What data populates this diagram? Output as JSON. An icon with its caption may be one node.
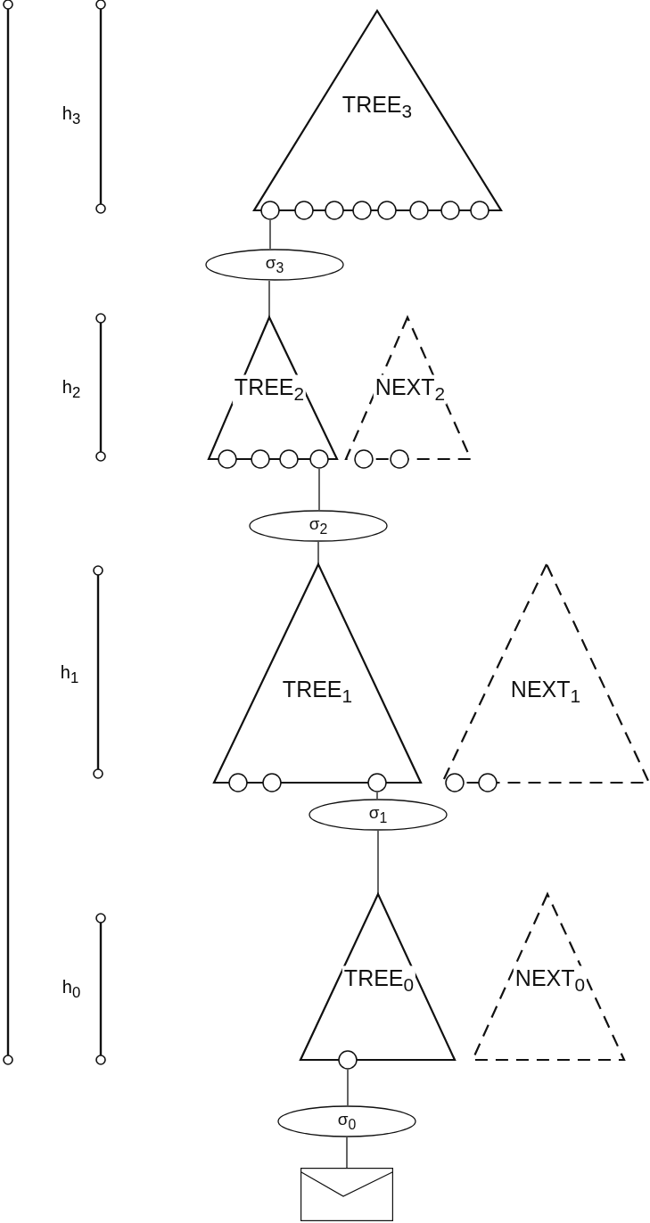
{
  "diagram": {
    "nodes": [
      {
        "text": [
          "TREE$_{3}$"
        ]
      },
      {
        "text": [
          "σ$_{3}$"
        ]
      },
      {
        "text": [
          "TREE$_{2}$"
        ]
      },
      {
        "text": [
          "NEXT$_{2}$"
        ]
      },
      {
        "text": [
          "σ$_{2}$"
        ]
      },
      {
        "text": [
          "TREE$_{1}$"
        ]
      },
      {
        "text": [
          "NEXT$_{1}$"
        ]
      },
      {
        "text": [
          "σ$_{1}$"
        ]
      },
      {
        "text": [
          "TREE$_{0}$"
        ]
      },
      {
        "text": [
          "NEXT$_{0}$"
        ]
      },
      {
        "text": [
          "σ$_{0}$"
        ]
      },
      {
        "text": [],
        "shape": "envelope"
      }
    ],
    "edges": [
      {
        "from": 0,
        "to": 1,
        "arrow": "none"
      },
      {
        "from": 1,
        "to": 2,
        "arrow": "none"
      },
      {
        "from": 2,
        "to": 4,
        "arrow": "none"
      },
      {
        "from": 4,
        "to": 5,
        "arrow": "none"
      },
      {
        "from": 5,
        "to": 7,
        "arrow": "none"
      },
      {
        "from": 7,
        "to": 8,
        "arrow": "none"
      },
      {
        "from": 8,
        "to": 10,
        "arrow": "none"
      },
      {
        "from": 10,
        "to": 11,
        "arrow": "none"
      }
    ],
    "labels": [
      "h$_{3}$",
      "h$_{2}$",
      "h$_{1}$",
      "h$_{0}$"
    ]
  }
}
